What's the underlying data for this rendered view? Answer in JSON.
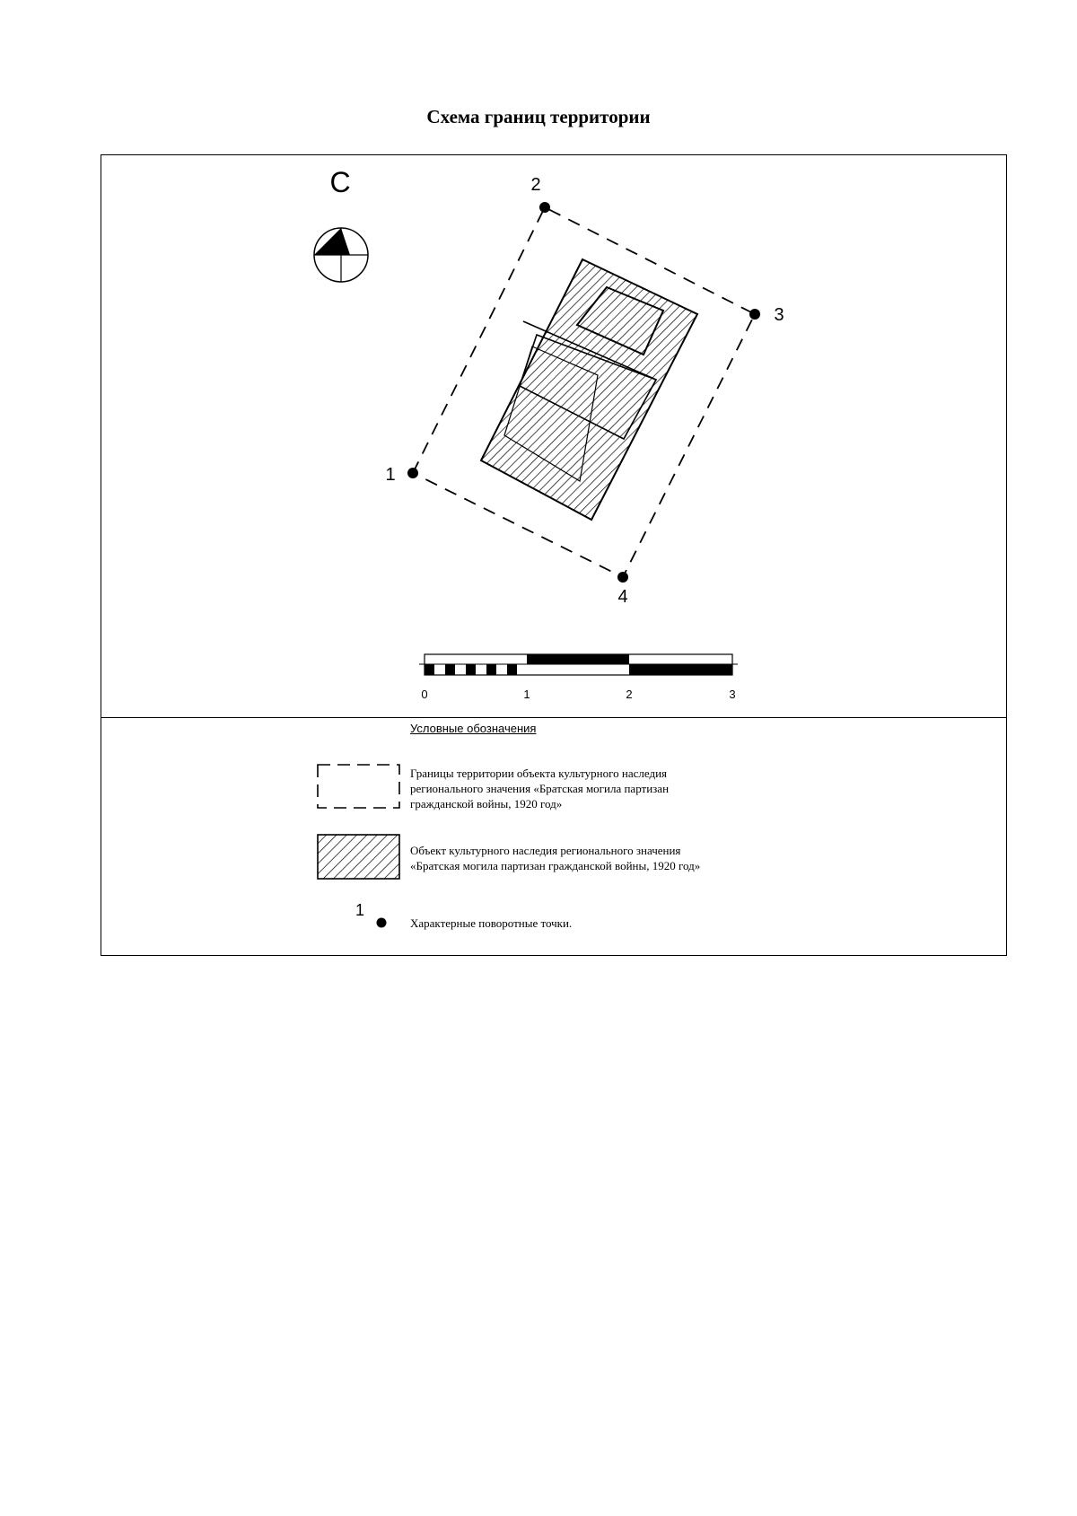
{
  "title": "Схема границ территории",
  "map": {
    "north_label": "С",
    "compass_icon": "north-arrow-icon",
    "points": [
      {
        "label": "1"
      },
      {
        "label": "2"
      },
      {
        "label": "3"
      },
      {
        "label": "4"
      }
    ],
    "scale_bar": {
      "ticks": [
        "0",
        "1",
        "2",
        "3"
      ]
    }
  },
  "legend": {
    "title": "Условные обозначения",
    "items": [
      {
        "symbol": "dashed-boundary-icon",
        "lines": [
          "Границы территории объекта культурного наследия",
          "регионального значения «Братская могила партизан",
          "гражданской войны, 1920 год»"
        ]
      },
      {
        "symbol": "hatched-object-icon",
        "lines": [
          "Объект культурного наследия регионального значения",
          "«Братская могила партизан гражданской войны, 1920 год»"
        ]
      },
      {
        "symbol": "turning-point-icon",
        "number": "1",
        "lines": [
          "Характерные поворотные точки."
        ]
      }
    ]
  }
}
